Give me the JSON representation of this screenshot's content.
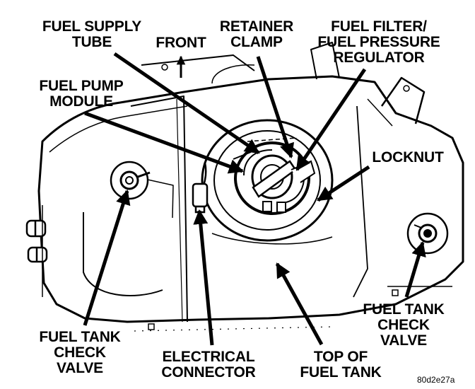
{
  "labels": {
    "fuel_supply_tube": "FUEL SUPPLY\nTUBE",
    "front": "FRONT",
    "retainer_clamp": "RETAINER\nCLAMP",
    "fuel_filter_regulator": "FUEL FILTER/\nFUEL PRESSURE\nREGULATOR",
    "fuel_pump_module": "FUEL PUMP\nMODULE",
    "locknut": "LOCKNUT",
    "fuel_tank_check_valve_left": "FUEL TANK\nCHECK\nVALVE",
    "electrical_connector": "ELECTRICAL\nCONNECTOR",
    "top_of_fuel_tank": "TOP OF\nFUEL TANK",
    "fuel_tank_check_valve_right": "FUEL TANK\nCHECK\nVALVE"
  },
  "figure_code": "80d2e27a",
  "colors": {
    "ink": "#000000",
    "paper": "#ffffff"
  }
}
